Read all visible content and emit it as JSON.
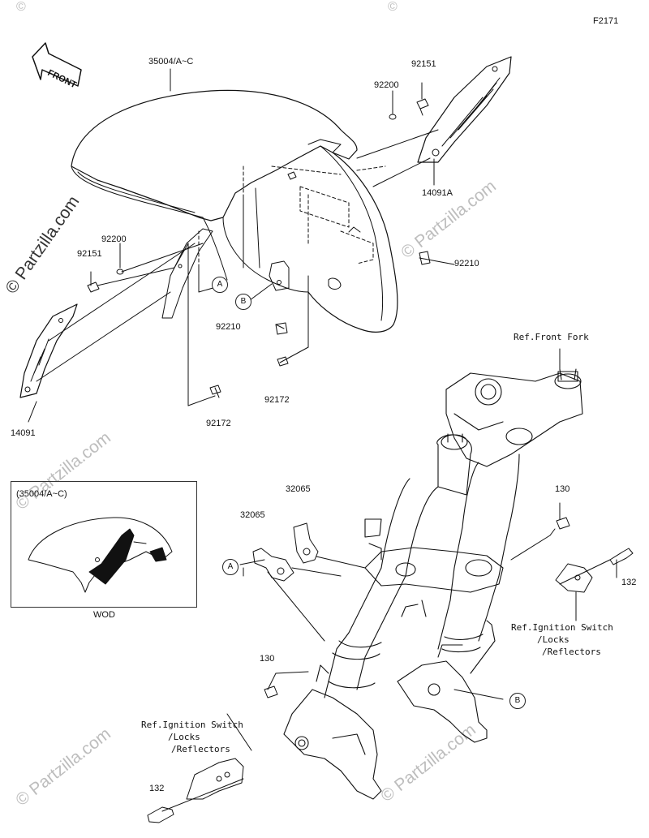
{
  "figure_code": "F2171",
  "direction_arrow": {
    "label": "FRONT",
    "icon": "front-arrow-icon"
  },
  "parts": {
    "fender": "35004/A~C",
    "fender_inset": "(35004/A~C)",
    "bolt_92151_upper": "92151",
    "washer_92200_upper": "92200",
    "cover_right": "14091A",
    "nut_92210_right": "92210",
    "washer_92200_left": "92200",
    "bolt_92151_left": "92151",
    "cover_left": "14091",
    "nut_92210_center": "92210",
    "bolt_92172_center": "92172",
    "bolt_92172_left": "92172",
    "bracket_32065_upper": "32065",
    "bracket_32065_lower": "32065",
    "bolt_130_upper": "130",
    "bolt_130_lower": "130",
    "bolt_132_right": "132",
    "bolt_132_left": "132"
  },
  "refs": {
    "front_fork": "Ref.Front Fork",
    "ignition_right": [
      "Ref.Ignition Switch",
      "/Locks",
      "/Reflectors"
    ],
    "ignition_left": [
      "Ref.Ignition Switch",
      "/Locks",
      "/Reflectors"
    ]
  },
  "callouts": {
    "a_upper": "A",
    "b_upper": "B",
    "a_lower": "A",
    "b_lower": "B"
  },
  "inset": {
    "caption": "WOD"
  },
  "watermark": {
    "main": "© Partzilla.com",
    "faint": "© Partzilla.com",
    "corner": "©"
  },
  "colors": {
    "line": "#111111",
    "watermark": "#bdbdbd",
    "background": "#ffffff"
  }
}
